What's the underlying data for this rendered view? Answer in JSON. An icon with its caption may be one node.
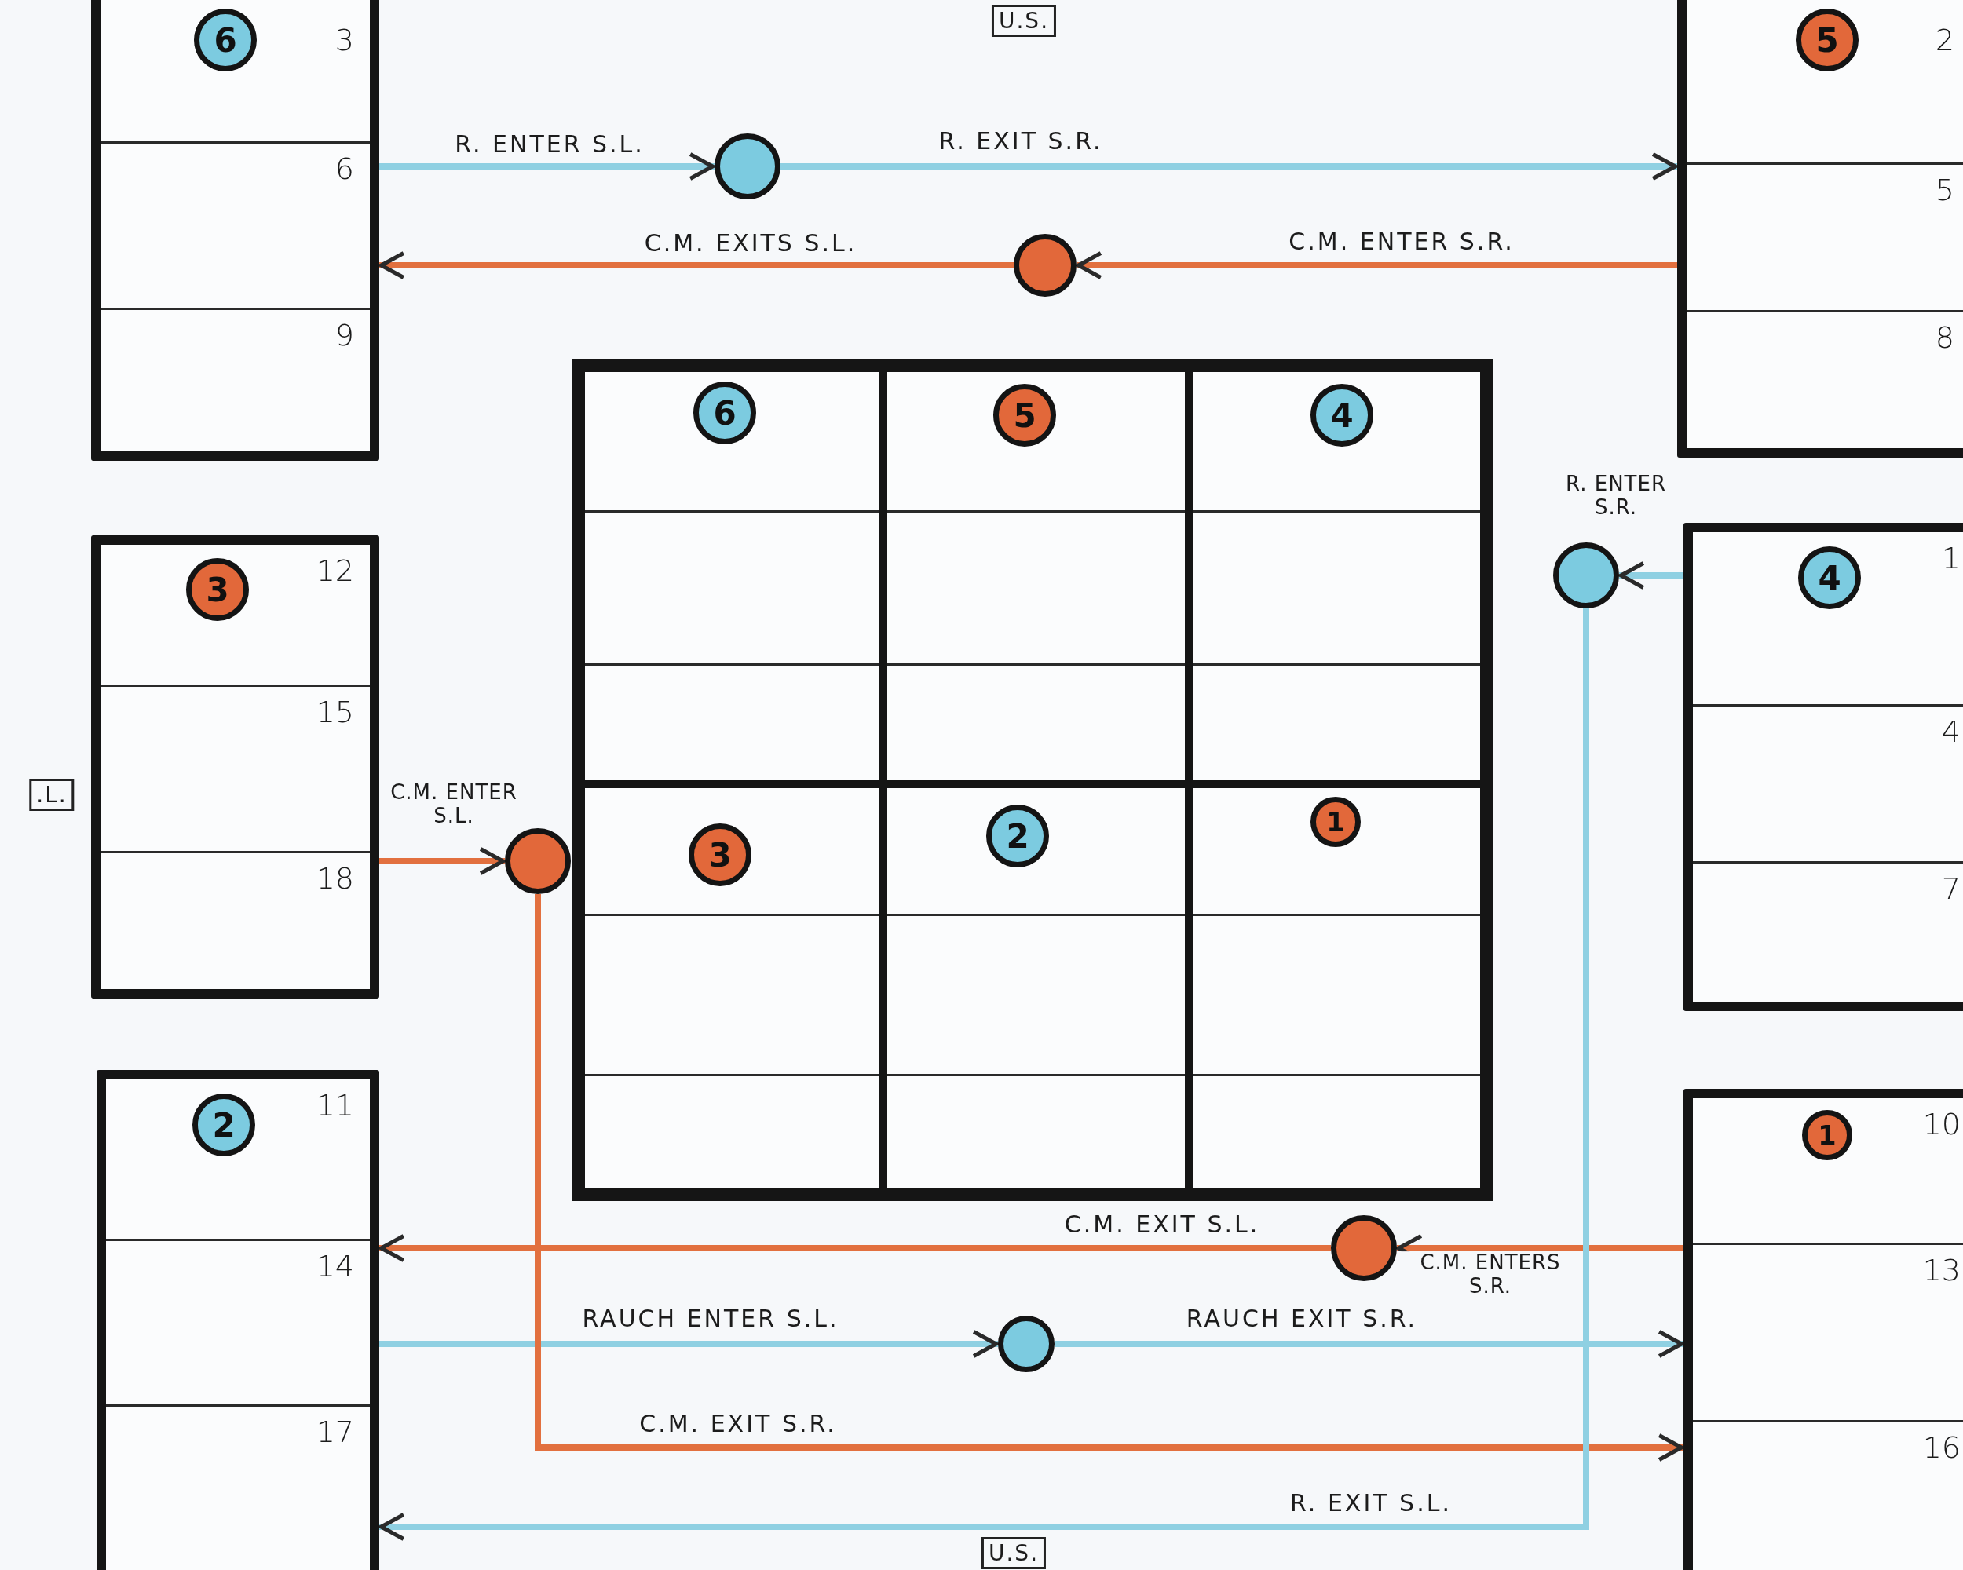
{
  "diagram": {
    "nodes": [
      {
        "text": [
          "3",
          "6",
          "9"
        ]
      },
      {
        "text": [
          "6"
        ],
        "in": 0
      },
      {
        "text": [
          "2",
          "5",
          "8"
        ]
      },
      {
        "text": [
          "5"
        ],
        "in": 2
      },
      {
        "text": [],
        "shape": "circle"
      },
      {
        "text": [],
        "shape": "circle"
      },
      {
        "text": [],
        "shape": "box"
      },
      {
        "text": [],
        "shape": "box",
        "in": 6
      },
      {
        "text": [],
        "shape": "box",
        "in": 6
      },
      {
        "text": [],
        "shape": "box",
        "in": 6
      },
      {
        "text": [],
        "shape": "box",
        "in": 6
      },
      {
        "text": [],
        "shape": "box",
        "in": 6
      },
      {
        "text": [],
        "shape": "box",
        "in": 6
      },
      {
        "text": [
          "6"
        ],
        "in": 7
      },
      {
        "text": [
          "5"
        ],
        "in": 8
      },
      {
        "text": [
          "4"
        ],
        "in": 9
      },
      {
        "text": [
          "3"
        ],
        "in": 10
      },
      {
        "text": [
          "2"
        ],
        "in": 11
      },
      {
        "text": [
          "1"
        ],
        "in": 12
      },
      {
        "text": [
          "12",
          "15",
          "18"
        ]
      },
      {
        "text": [
          "3"
        ],
        "in": 19
      },
      {
        "text": [],
        "shape": "circle"
      },
      {
        "text": [
          "1",
          "4",
          "7"
        ]
      },
      {
        "text": [
          "4"
        ],
        "in": 22
      },
      {
        "text": [],
        "shape": "circle"
      },
      {
        "text": [
          "11",
          "14",
          "17"
        ]
      },
      {
        "text": [
          "2"
        ],
        "in": 25
      },
      {
        "text": [
          "10",
          "13",
          "16"
        ]
      },
      {
        "text": [
          "1"
        ],
        "in": 27
      },
      {
        "text": [],
        "shape": "circle"
      },
      {
        "text": [],
        "shape": "circle"
      }
    ],
    "edges": [
      {
        "from": 0,
        "to": 4,
        "arrow": "to",
        "label": "R. ENTER S.L."
      },
      {
        "from": 4,
        "to": 2,
        "arrow": "to",
        "label": "R. EXIT S.R."
      },
      {
        "from": 2,
        "to": 5,
        "arrow": "to",
        "label": "C.M. ENTER S.R.",
        "color": "#e2703f"
      },
      {
        "from": 5,
        "to": 0,
        "arrow": "to",
        "label": "C.M. EXITS S.L.",
        "color": "#e2703f"
      },
      {
        "from": 22,
        "to": 21,
        "arrow": "to",
        "label": "R. ENTER S.R."
      },
      {
        "from": 19,
        "to": 24,
        "arrow": "to",
        "label": "C.M. ENTER S.L.",
        "color": "#e2703f"
      },
      {
        "from": 29,
        "to": 25,
        "arrow": "to",
        "label": "C.M. EXIT S.L.",
        "color": "#e2703f"
      },
      {
        "from": 27,
        "to": 29,
        "arrow": "to",
        "label": "C.M. ENTERS S.R.",
        "color": "#e2703f"
      },
      {
        "from": 25,
        "to": 30,
        "arrow": "to",
        "label": "RAUCH ENTER S.L."
      },
      {
        "from": 30,
        "to": 27,
        "arrow": "to",
        "label": "RAUCH EXIT S.R."
      },
      {
        "from": 24,
        "to": 27,
        "arrow": "to",
        "label": "C.M. EXIT S.R.",
        "color": "#e2703f"
      },
      {
        "from": 21,
        "to": 25,
        "arrow": "to",
        "label": "R. EXIT S.L."
      }
    ],
    "labels": [
      "U.S.",
      ".L.",
      "U.S."
    ]
  }
}
